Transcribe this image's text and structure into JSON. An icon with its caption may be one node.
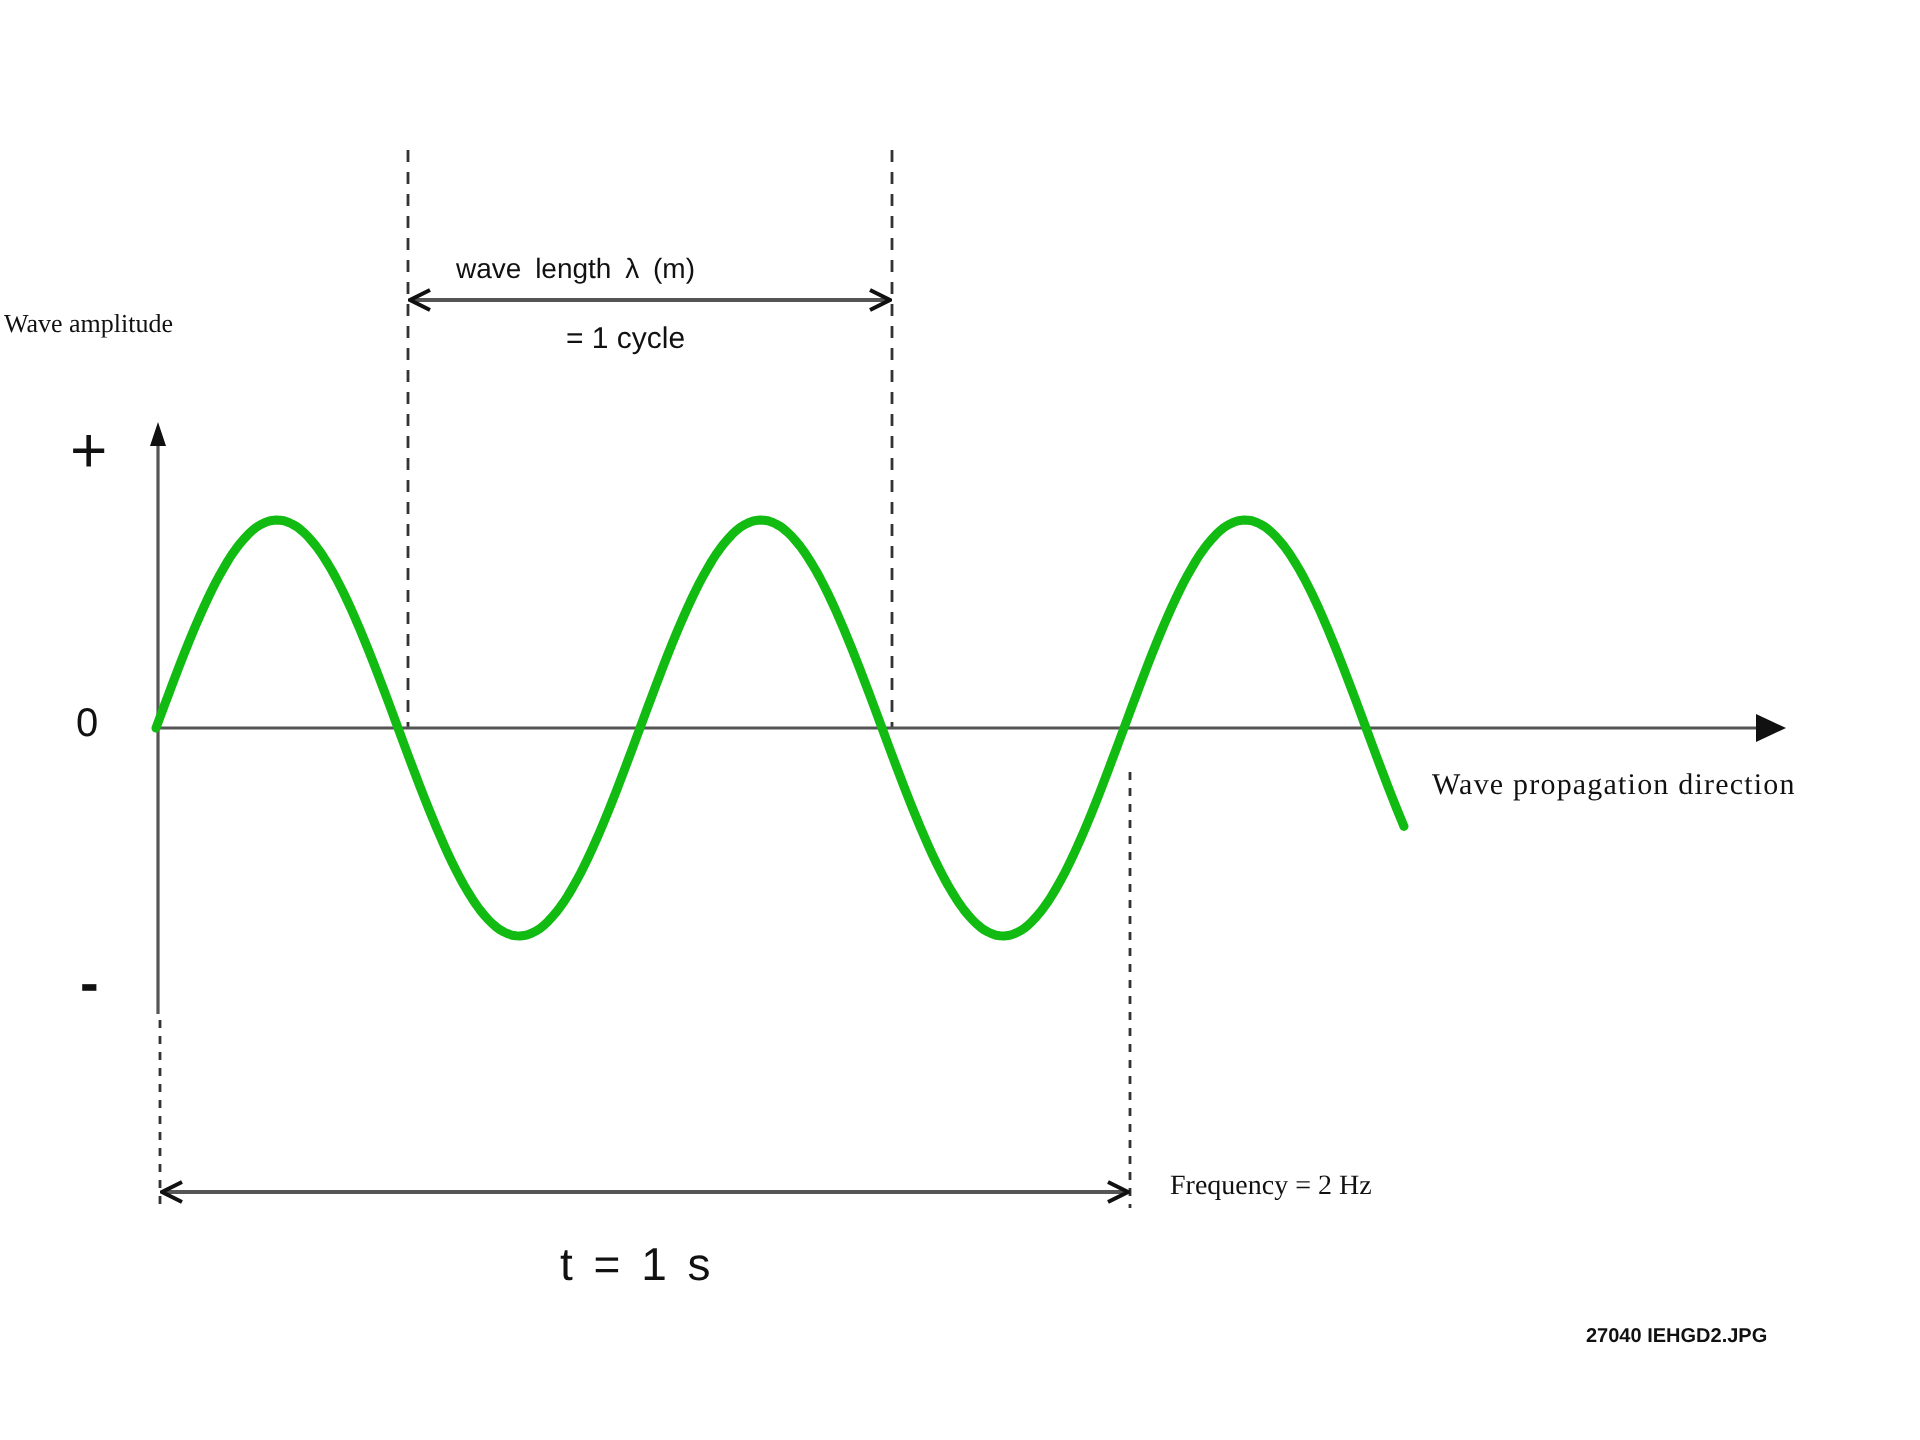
{
  "diagram": {
    "labels": [
      "wave length λ (m)",
      "Wave amplitude",
      "= 1 cycle",
      "+",
      "0",
      "Wave propagation direction",
      "-",
      "Frequency = 2 Hz",
      "t = 1 s",
      "27040 IEHGD2.JPG"
    ]
  }
}
